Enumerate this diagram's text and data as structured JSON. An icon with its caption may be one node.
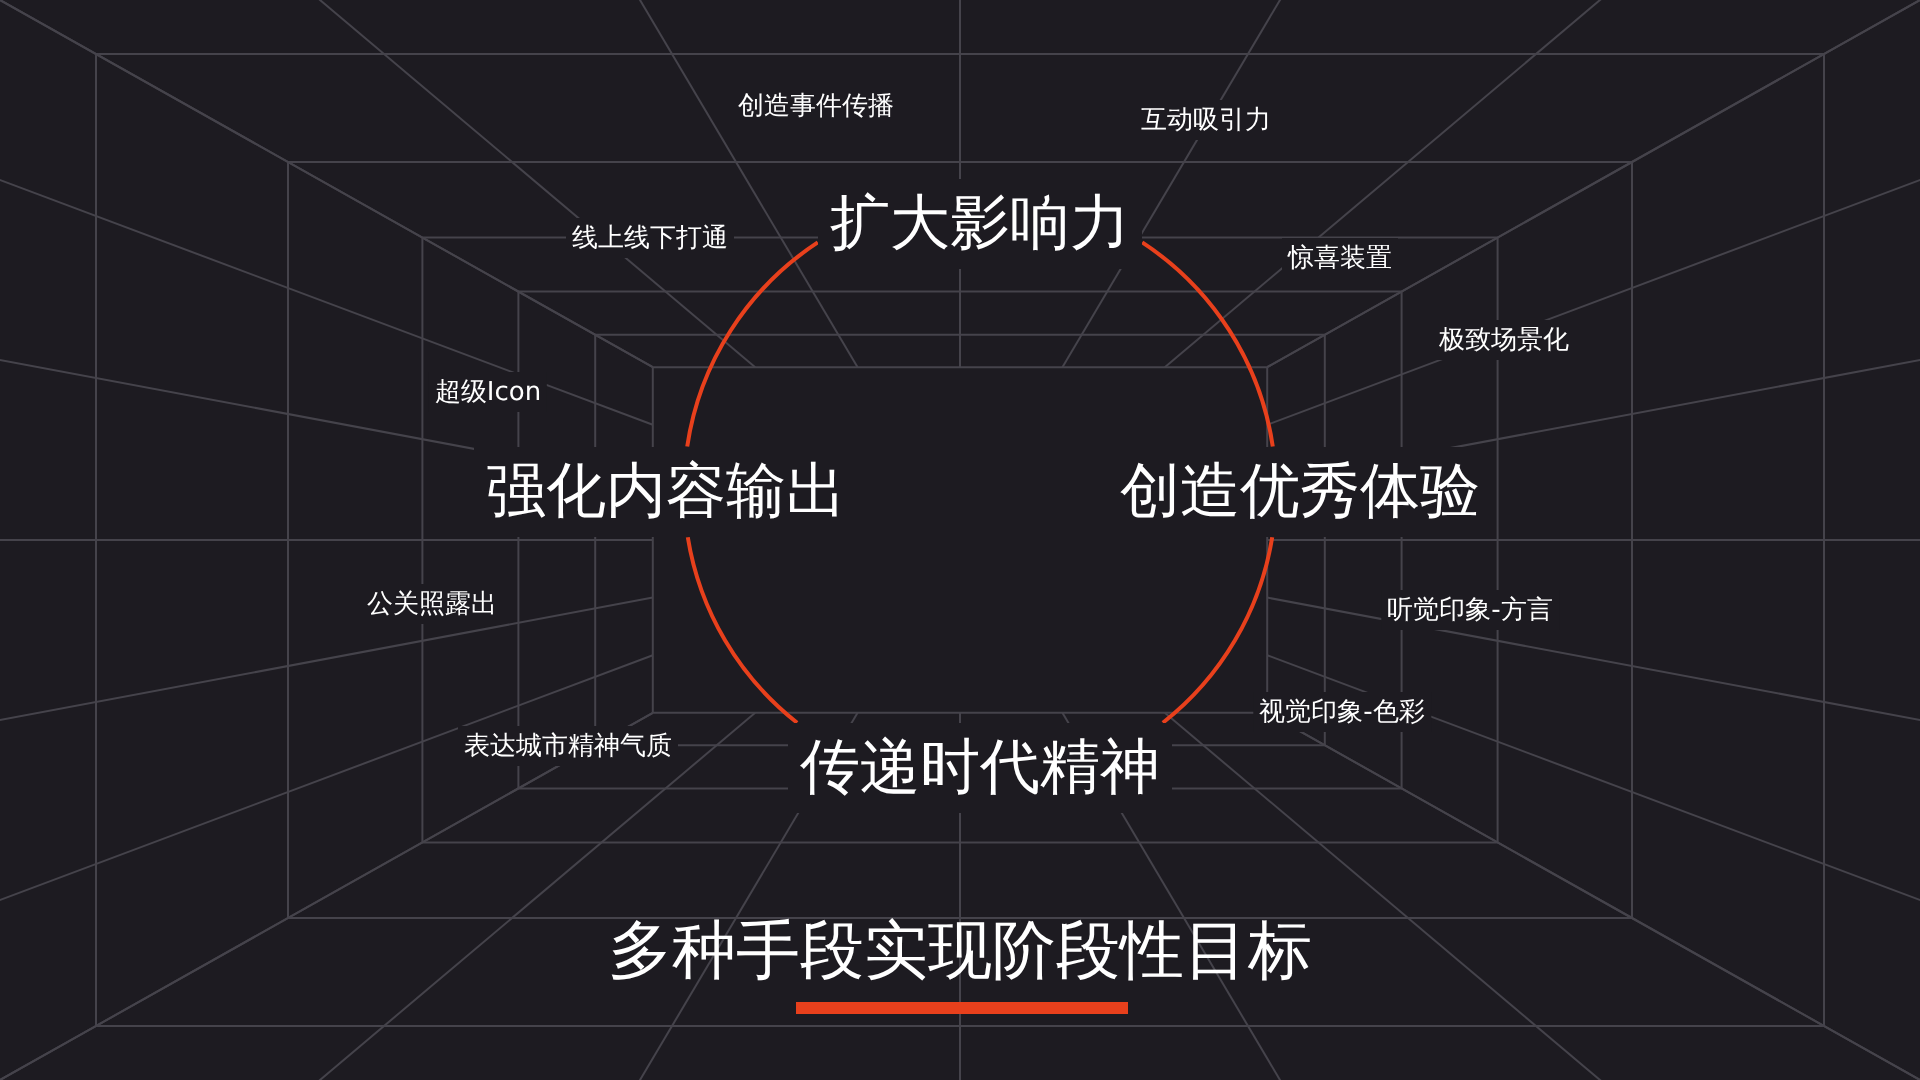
{
  "diagram": {
    "title": "多种手段实现阶段性目标",
    "nodes": [
      {
        "text": [
          "扩大影响力"
        ]
      },
      {
        "text": [
          "强化内容输出"
        ]
      },
      {
        "text": [
          "创造优秀体验"
        ]
      },
      {
        "text": [
          "传递时代精神"
        ]
      }
    ],
    "edges": [
      {
        "from": 0,
        "to": 2,
        "arrow": "none"
      },
      {
        "from": 2,
        "to": 3,
        "arrow": "none"
      },
      {
        "from": 3,
        "to": 1,
        "arrow": "none"
      },
      {
        "from": 1,
        "to": 0,
        "arrow": "none"
      }
    ],
    "labels": [
      "创造事件传播",
      "互动吸引力",
      "线上线下打通",
      "惊喜装置",
      "极致场景化",
      "超级Icon",
      "公关照露出",
      "听觉印象-方言",
      "视觉印象-色彩",
      "表达城市精神气质"
    ]
  }
}
